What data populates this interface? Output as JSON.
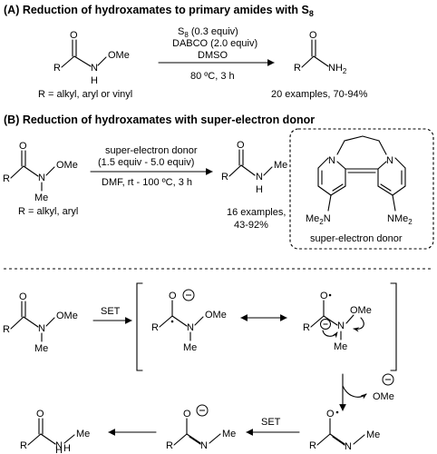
{
  "sectionA": {
    "heading_main": "(A) Reduction of hydroxamates to primary amides with S",
    "heading_sub": "8",
    "reactant": {
      "R": "R",
      "H": "H",
      "N": "N",
      "OMe": "OMe",
      "O": "O"
    },
    "r_scope": "R = alkyl, aryl or vinyl",
    "reagent1_main": "S",
    "reagent1_sub": "8",
    "reagent1_rest": " (0.3 equiv)",
    "reagent2": "DABCO (2.0 equiv)",
    "reagent3": "DMSO",
    "conditions": "80 ºC, 3 h",
    "product": {
      "R": "R",
      "O": "O",
      "NH": "NH",
      "NH_sub": "2"
    },
    "result": "20 examples, 70-94%"
  },
  "sectionB": {
    "heading": "(B) Reduction of hydroxamates with super-electron donor",
    "reactant": {
      "R": "R",
      "N": "N",
      "OMe": "OMe",
      "Me": "Me",
      "O": "O"
    },
    "r_scope": "R = alkyl, aryl",
    "reagent1": "super-electron donor",
    "reagent2": "(1.5 equiv - 5.0 equiv)",
    "conditions": "DMF, rt - 100 ºC, 3 h",
    "product": {
      "R": "R",
      "O": "O",
      "N": "N",
      "H": "H",
      "Me": "Me"
    },
    "result1": "16 examples,",
    "result2": "43-92%",
    "donor": {
      "N": "N",
      "NMe": "NMe",
      "sub": "2",
      "Me": "Me",
      "label": "super-electron donor"
    }
  },
  "mechanism": {
    "set": "SET",
    "ome": "OMe",
    "R": "R",
    "N": "N",
    "O": "O",
    "Me": "Me",
    "H": "H",
    "OMe": "OMe"
  }
}
